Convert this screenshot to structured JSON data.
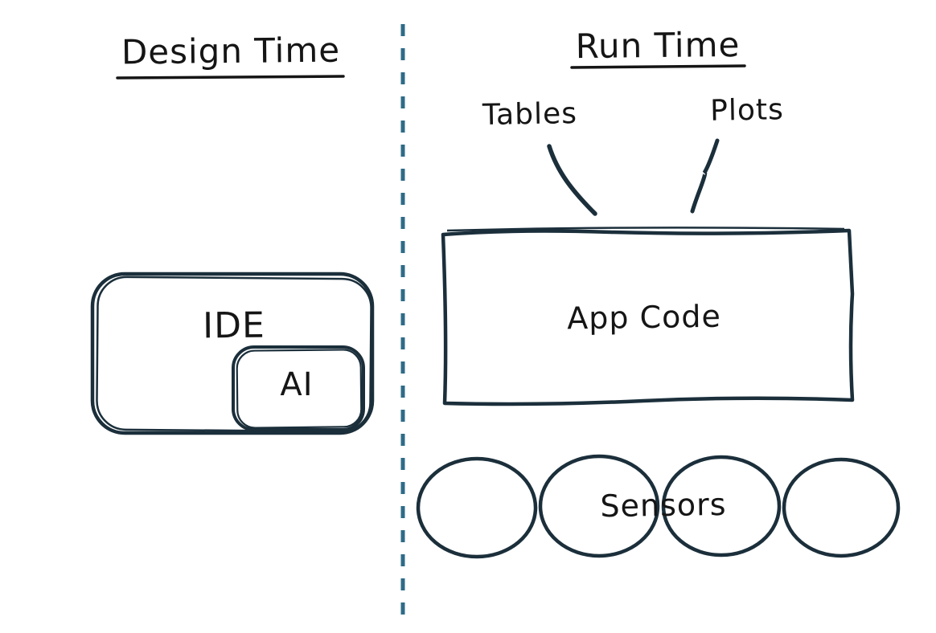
{
  "diagram": {
    "left_panel": {
      "title": "Design Time",
      "ide_box_label": "IDE",
      "ai_box_label": "AI"
    },
    "right_panel": {
      "title": "Run Time",
      "tables_label": "Tables",
      "plots_label": "Plots",
      "app_code_label": "App Code",
      "sensors_label": "Sensors",
      "sensor_circle_count": 4
    },
    "colors": {
      "text_ink": "#151515",
      "shape_stroke": "#1b2f3b",
      "divider_dash": "#2e6b87",
      "background": "#ffffff"
    },
    "style": "hand-drawn sketch"
  }
}
